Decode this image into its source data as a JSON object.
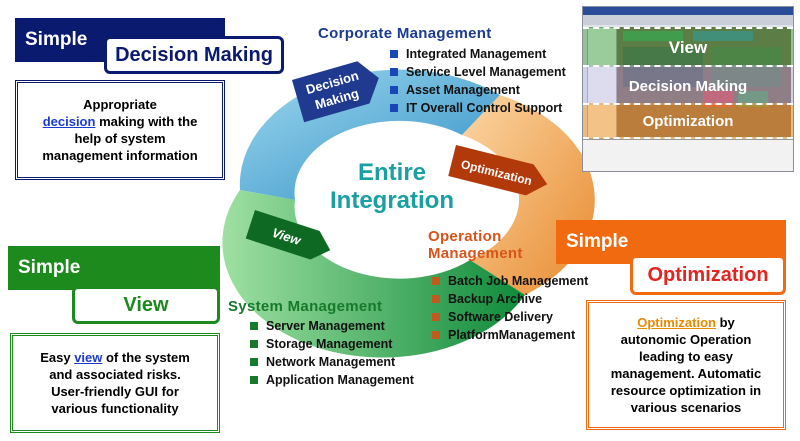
{
  "decision": {
    "simple": "Simple",
    "title": "Decision Making",
    "desc_pre": "Appropriate",
    "desc_hl": "decision",
    "desc_post": " making with the help of system management information"
  },
  "view": {
    "simple": "Simple",
    "title": "View",
    "desc_pre": "Easy ",
    "desc_hl": "view",
    "desc_post": " of the system and associated risks. User-friendly GUI for various functionality"
  },
  "optimization": {
    "simple": "Simple",
    "title": "Optimization",
    "desc_hl": "Optimization",
    "desc_post": " by autonomic Operation leading to easy management. Automatic resource optimization in various scenarios"
  },
  "corporate": {
    "title": "Corporate Management",
    "items": [
      "Integrated Management",
      "Service Level Management",
      "Asset Management",
      "IT Overall Control Support"
    ]
  },
  "operation": {
    "title_line1": "Operation",
    "title_line2": "Management",
    "items": [
      "Batch Job Management",
      "Backup Archive",
      "Software Delivery",
      "PlatformManagement"
    ]
  },
  "system": {
    "title": "System Management",
    "items": [
      "Server Management",
      "Storage Management",
      "Network Management",
      "Application Management"
    ]
  },
  "center": {
    "line1": "Entire",
    "line2": "Integration"
  },
  "ring_labels": {
    "decision_line1": "Decision",
    "decision_line2": "Making",
    "optimization": "Optimization",
    "view": "View"
  },
  "screenshot_overlay": {
    "view": "View",
    "decision": "Decision Making",
    "optimization": "Optimization"
  },
  "colors": {
    "navy": "#0a1a6e",
    "green": "#1d8a1d",
    "orange": "#f26a10",
    "link_blue": "#1a3ccc",
    "link_orange": "#e88a00"
  }
}
